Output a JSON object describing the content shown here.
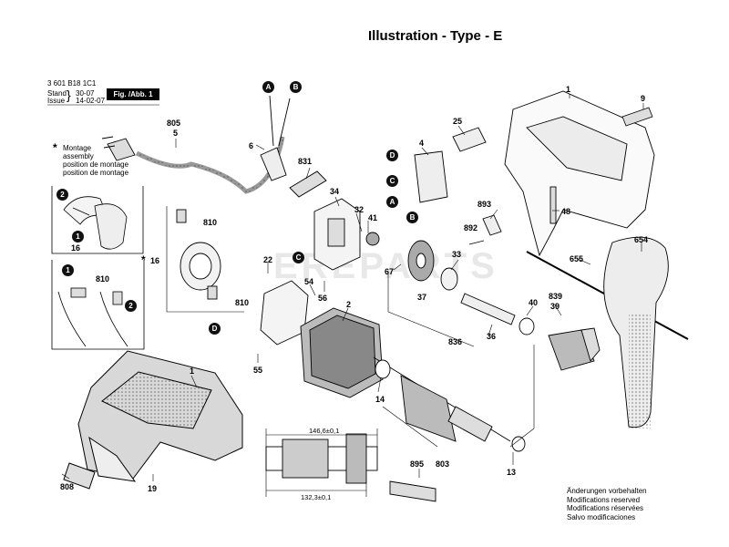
{
  "header": {
    "title": "Illustration - Type - E",
    "part_number": "3 601 B18 1C1",
    "stand_label": "Stand",
    "issue_label": "Issue",
    "stand_date": "30-07",
    "issue_date": "14-02-07",
    "fig_label": "Fig. /Abb. 1"
  },
  "assembly_note": {
    "star": "*",
    "lines": [
      "Montage",
      "assembly",
      "position de montage",
      "position de montage"
    ]
  },
  "modifications_note": {
    "lines": [
      "Änderungen vorbehalten",
      "Modifications reserved",
      "Modifications réservées",
      "Salvo modificaciones"
    ]
  },
  "callouts": {
    "A": "A",
    "B": "B",
    "C": "C",
    "D": "D",
    "n1": "1",
    "n2": "2"
  },
  "star_label": "*",
  "parts": {
    "p1_top": "1",
    "p9": "9",
    "p25": "25",
    "p4": "4",
    "p805": "805",
    "p5": "5",
    "p6": "6",
    "p831": "831",
    "p34": "34",
    "p32": "32",
    "p41": "41",
    "p893": "893",
    "p892": "892",
    "p48": "48",
    "p654": "654",
    "p655": "655",
    "p810a": "810",
    "p16a": "16",
    "p16b": "16",
    "p810b": "810",
    "p22": "22",
    "p54": "54",
    "p56": "56",
    "p810c": "810",
    "p67": "67",
    "p33": "33",
    "p37": "37",
    "p40": "40",
    "p839": "839",
    "p39": "39",
    "p836": "836",
    "p36": "36",
    "p2": "2",
    "p55": "55",
    "p14": "14",
    "p1_bot": "1",
    "p808": "808",
    "p19": "19",
    "p803": "803",
    "p895": "895",
    "p13": "13",
    "dim_top": "146,6±0,1",
    "dim_bot": "132,3±0,1"
  },
  "watermark": "EREPARTS"
}
